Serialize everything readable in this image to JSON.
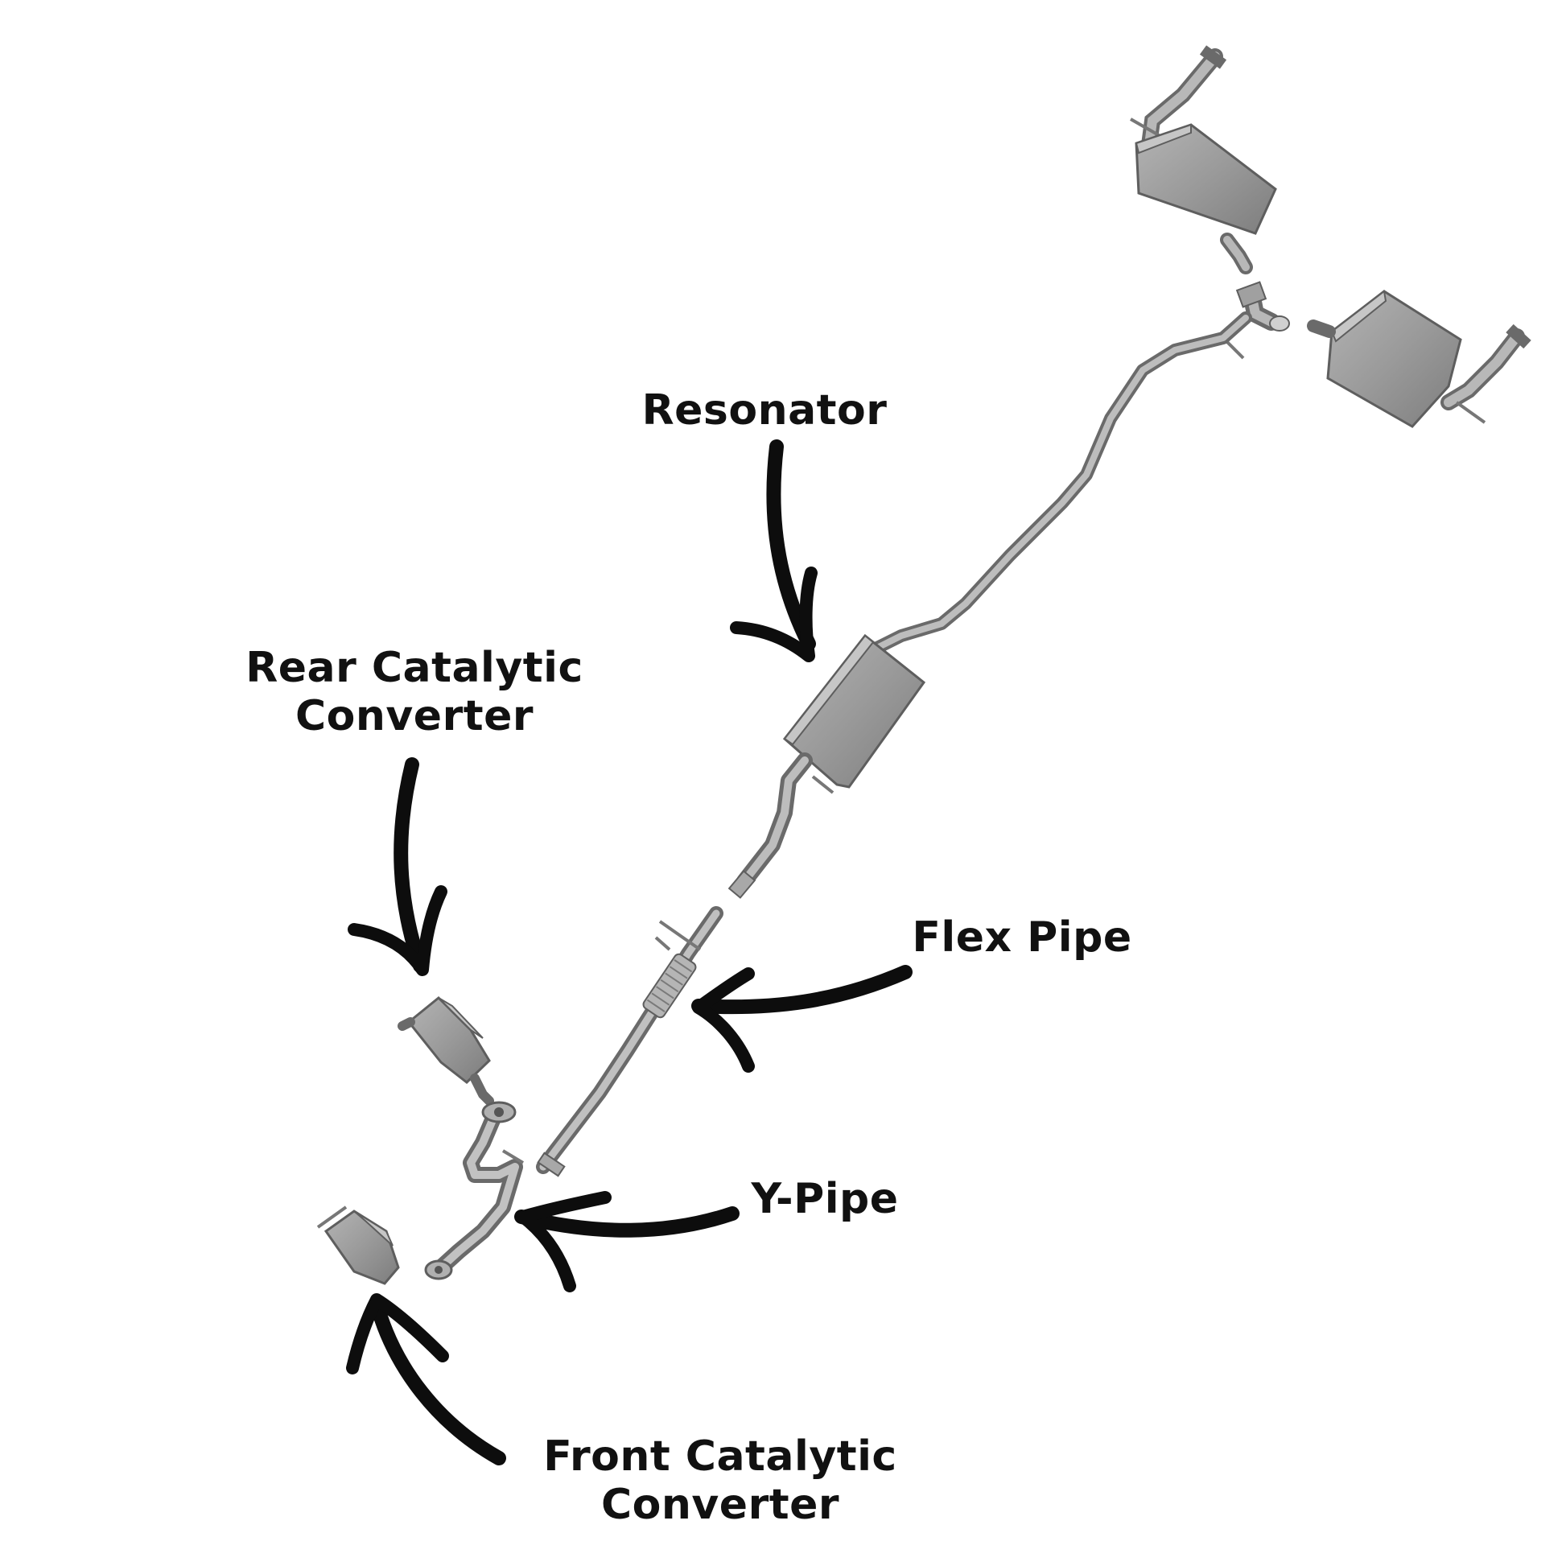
{
  "labels": {
    "resonator": "Resonator",
    "rear_cat_line1": "Rear Catalytic",
    "rear_cat_line2": "Converter",
    "flex_pipe": "Flex Pipe",
    "y_pipe": "Y-Pipe",
    "front_cat_line1": "Front Catalytic",
    "front_cat_line2": "Converter"
  },
  "colors": {
    "background": "#ffffff",
    "text": "#111111",
    "arrow": "#0d0d0d",
    "metal_fill": "#9a9a9a",
    "metal_edge": "#5e5e5e",
    "metal_light": "#c6c6c6"
  }
}
